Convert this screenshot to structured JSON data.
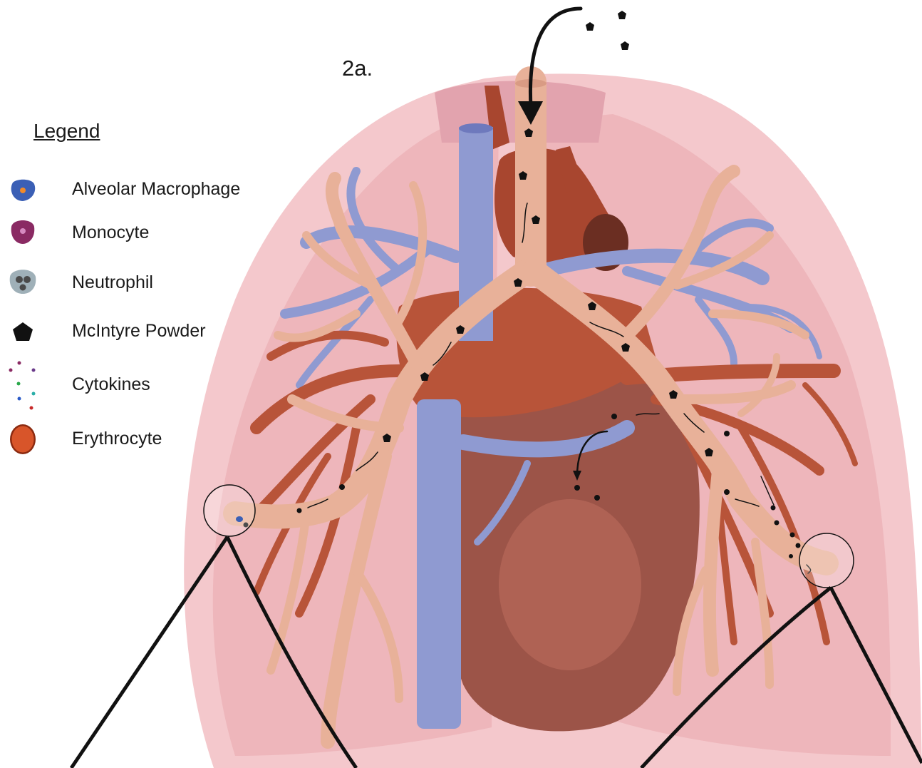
{
  "figure": {
    "panel_label": "2a."
  },
  "legend": {
    "title": "Legend",
    "items": [
      {
        "label": "Alveolar Macrophage",
        "icon": "alveolar-macrophage-icon",
        "color": "#3b5fb5",
        "accent": "#f08a2a"
      },
      {
        "label": "Monocyte",
        "icon": "monocyte-icon",
        "color": "#8a2a63",
        "accent": "#d68ac0"
      },
      {
        "label": "Neutrophil",
        "icon": "neutrophil-icon",
        "color": "#9fb0b8",
        "accent": "#4a4a4a"
      },
      {
        "label": "McIntyre Powder",
        "icon": "mcintyre-powder-icon",
        "color": "#111111"
      },
      {
        "label": "Cytokines",
        "icon": "cytokines-icon",
        "color": "#6a6a6a"
      },
      {
        "label": "Erythrocyte",
        "icon": "erythrocyte-icon",
        "color": "#d8552a",
        "accent": "#8b2a10"
      }
    ]
  },
  "colors": {
    "lung_outer": "#f4c8cc",
    "lung_inner": "#eeb6bb",
    "airway": "#e8b199",
    "vein_blue": "#8f9ad1",
    "artery_red": "#b85439",
    "heart": "#9c5448",
    "aorta": "#a8462f"
  }
}
